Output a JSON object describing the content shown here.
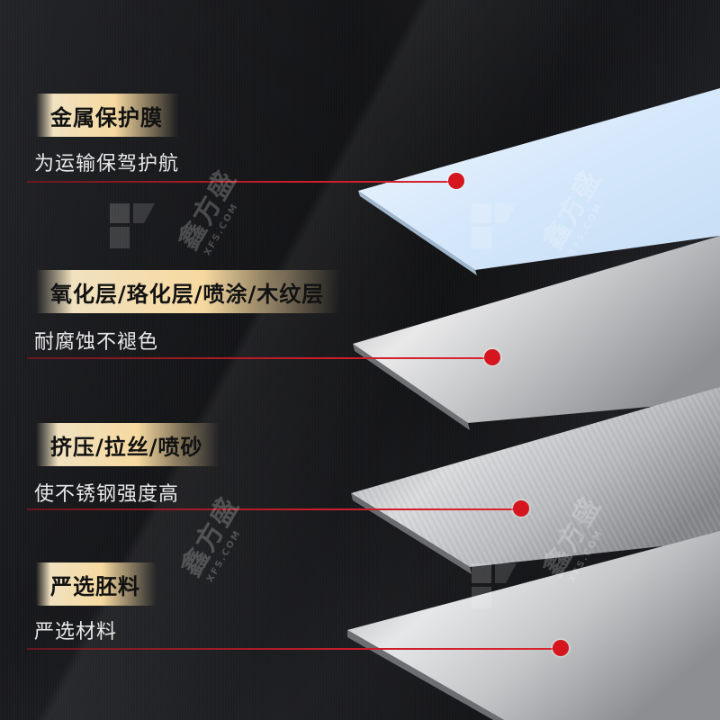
{
  "colors": {
    "accent_red": "#d5161f",
    "badge_gold": "#f7d9a0",
    "background": "#1c1d20"
  },
  "layers": [
    {
      "title": "金属保护膜",
      "subtitle": "为运输保驾护航"
    },
    {
      "title": "氧化层/珞化层/喷涂/木纹层",
      "subtitle": "耐腐蚀不褪色"
    },
    {
      "title": "挤压/拉丝/喷砂",
      "subtitle": "使不锈钢强度高"
    },
    {
      "title": "严选胚料",
      "subtitle": "严选材料"
    }
  ],
  "watermark": {
    "brand": "鑫方盛",
    "domain": "XFS.COM"
  }
}
